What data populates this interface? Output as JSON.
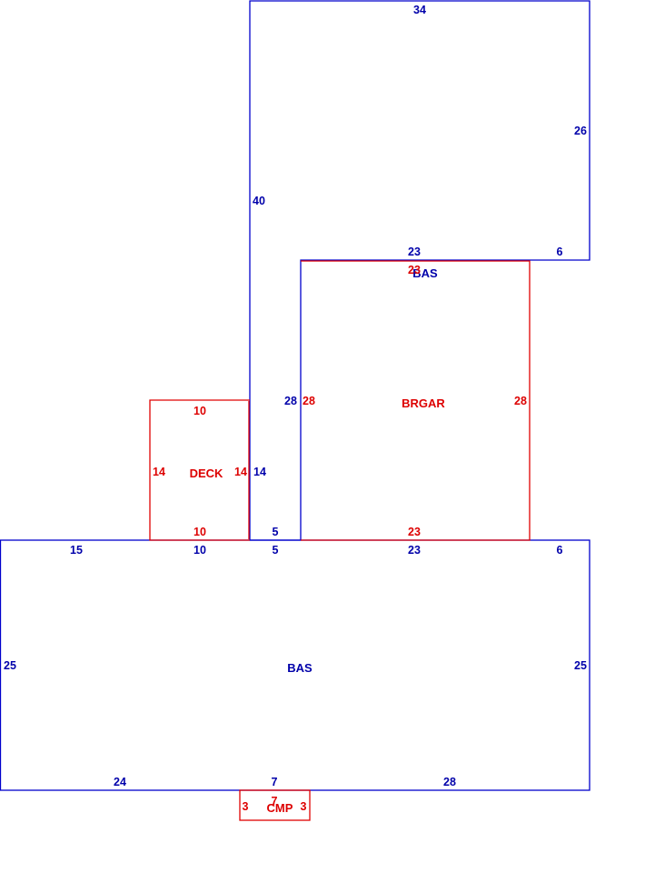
{
  "colors": {
    "main": "#0000cc",
    "attached": "#e00000"
  },
  "areas": {
    "bas_upper": "BAS",
    "bas_lower": "BAS",
    "brgar": "BRGAR",
    "deck": "DECK",
    "cmp": "CMP"
  },
  "dims": {
    "upper_top": "34",
    "upper_right": "26",
    "upper_left": "40",
    "upper_bottom": "23",
    "upper_bottom_right": "6",
    "brgar_top": "23",
    "brgar_left_blue": "28",
    "brgar_left": "28",
    "brgar_right": "28",
    "brgar_bottom": "23",
    "deck_top": "10",
    "deck_left": "14",
    "deck_right": "14",
    "deck_right_blue": "14",
    "deck_bottom": "10",
    "connector_upper": "5",
    "lower_top_15": "15",
    "lower_top_10": "10",
    "lower_top_5": "5",
    "lower_top_23": "23",
    "lower_top_6": "6",
    "lower_left": "25",
    "lower_right": "25",
    "lower_bottom_24": "24",
    "lower_bottom_7": "7",
    "lower_bottom_28": "28",
    "cmp_left": "3",
    "cmp_top": "7",
    "cmp_right": "3"
  }
}
